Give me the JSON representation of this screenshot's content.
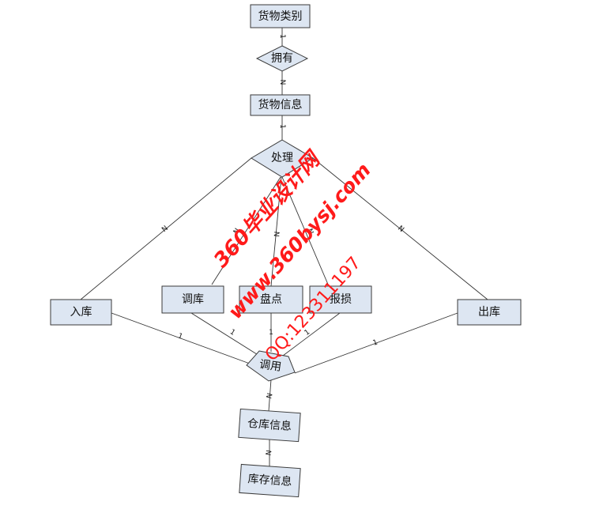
{
  "nodes": {
    "category": {
      "label": "货物类别"
    },
    "own": {
      "label": "拥有"
    },
    "info": {
      "label": "货物信息"
    },
    "process": {
      "label": "处理"
    },
    "inbound": {
      "label": "入库"
    },
    "transfer": {
      "label": "调库"
    },
    "inventory": {
      "label": "盘点"
    },
    "damage": {
      "label": "报损"
    },
    "outbound": {
      "label": "出库"
    },
    "invoke": {
      "label": "调用"
    },
    "warehouse": {
      "label": "仓库信息"
    },
    "stock": {
      "label": "库存信息"
    }
  },
  "cardinality": {
    "cat_own": "1",
    "own_info": "N",
    "info_proc": "1",
    "proc_in": "N",
    "proc_transfer": "N",
    "proc_inventory": "N",
    "proc_damage": "N",
    "proc_out": "N",
    "in_invoke": "1",
    "transfer_invoke": "1",
    "inventory_invoke": "1",
    "damage_invoke": "1",
    "out_invoke": "1",
    "invoke_wh": "N",
    "wh_stock": "N"
  },
  "watermark": {
    "line1": "360毕业设计网",
    "line2": "www.360bysj.com",
    "line3": "QQ:123311197"
  }
}
